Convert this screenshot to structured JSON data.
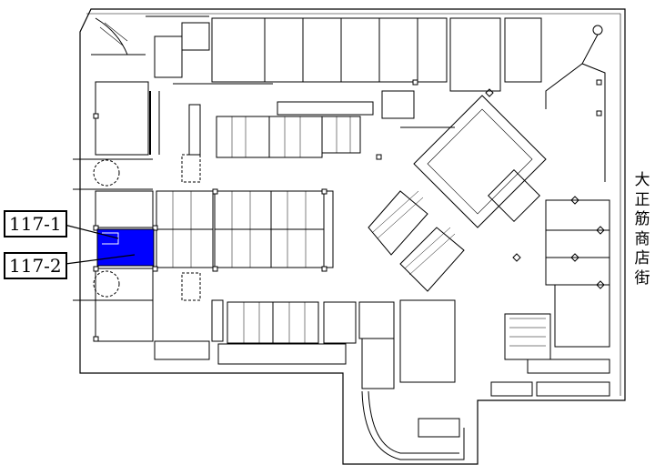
{
  "labels": {
    "unit_1": "117-1",
    "unit_2": "117-2"
  },
  "street": {
    "chars": [
      "大",
      "正",
      "筋",
      "商",
      "店",
      "街"
    ]
  },
  "colors": {
    "highlight": "#0000ff",
    "line": "#000000",
    "background": "#ffffff"
  }
}
